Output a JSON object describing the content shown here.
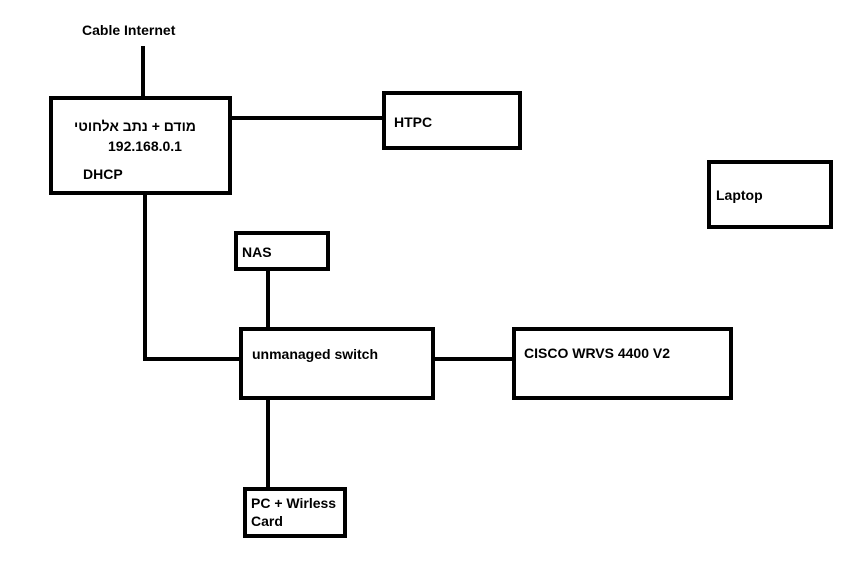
{
  "source": {
    "label": "Cable Internet"
  },
  "modem": {
    "title": "מודם + נתב אלחוטי",
    "ip": "192.168.0.1",
    "mode": "DHCP"
  },
  "htpc": {
    "label": "HTPC"
  },
  "laptop": {
    "label": "Laptop"
  },
  "nas": {
    "label": "NAS"
  },
  "switch": {
    "label": "unmanaged switch"
  },
  "cisco": {
    "label": "CISCO WRVS 4400 V2"
  },
  "pc": {
    "label_line1": "PC + Wirless",
    "label_line2": "Card"
  }
}
